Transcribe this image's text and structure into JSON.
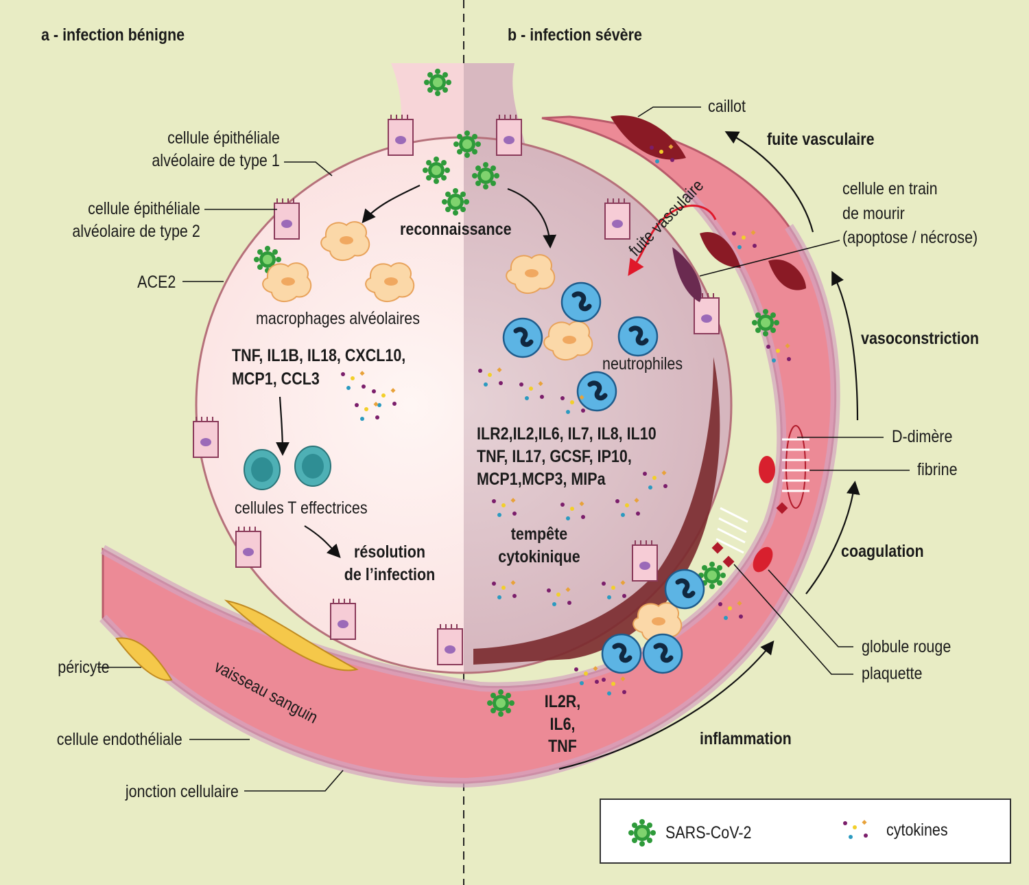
{
  "panels": {
    "a_title": "a - infection bénigne",
    "b_title": "b - infection sévère"
  },
  "labels": {
    "type1_cell": "cellule épithéliale\nalvéolaire de type 1",
    "type2_cell": "cellule épithéliale\nalvéolaire de type 2",
    "ace2": "ACE2",
    "recognition": "reconnaissance",
    "alveolar_macrophages": "macrophages alvéolaires",
    "benign_cytokines": "TNF, IL1B, IL18, CXCL10,\nMCP1, CCL3",
    "effector_t_cells": "cellules T effectrices",
    "resolution": "résolution\nde l’infection",
    "pericyte": "péricyte",
    "blood_vessel": "vaisseau sanguin",
    "endothelial_cell": "cellule endothéliale",
    "cell_junction": "jonction cellulaire",
    "clot": "caillot",
    "vascular_leak_heading": "fuite vasculaire",
    "vascular_leak_arrow": "fuite vasculaire",
    "dying_cell": "cellule en train\nde mourir\n(apoptose / nécrose)",
    "vasoconstriction": "vasoconstriction",
    "neutrophils": "neutrophiles",
    "severe_cytokines": "ILR2,IL2,IL6, IL7, IL8, IL10\nTNF, IL17, GCSF, IP10,\nMCP1,MCP3, MIPa",
    "cytokine_storm": "tempête\ncytokinique",
    "d_dimer": "D-dimère",
    "fibrin": "fibrine",
    "coagulation": "coagulation",
    "red_blood_cell": "globule rouge",
    "platelet": "plaquette",
    "vessel_cytokines": "IL2R, IL6,\nTNF",
    "inflammation": "inflammation"
  },
  "legend": {
    "virus": "SARS-CoV-2",
    "cytokines": "cytokines"
  },
  "colors": {
    "background": "#e8ecc4",
    "alveolus_benign": "#fbe3e3",
    "alveolus_severe": "#d9bfc7",
    "vessel": "#ec8a96",
    "virus": "#2e9a3a",
    "macrophage": "#fbd8a8",
    "neutrophil": "#5cb4e4",
    "t_cell": "#4eb0b5",
    "clot": "#8a1a25",
    "red_arrow": "#e0182a"
  }
}
